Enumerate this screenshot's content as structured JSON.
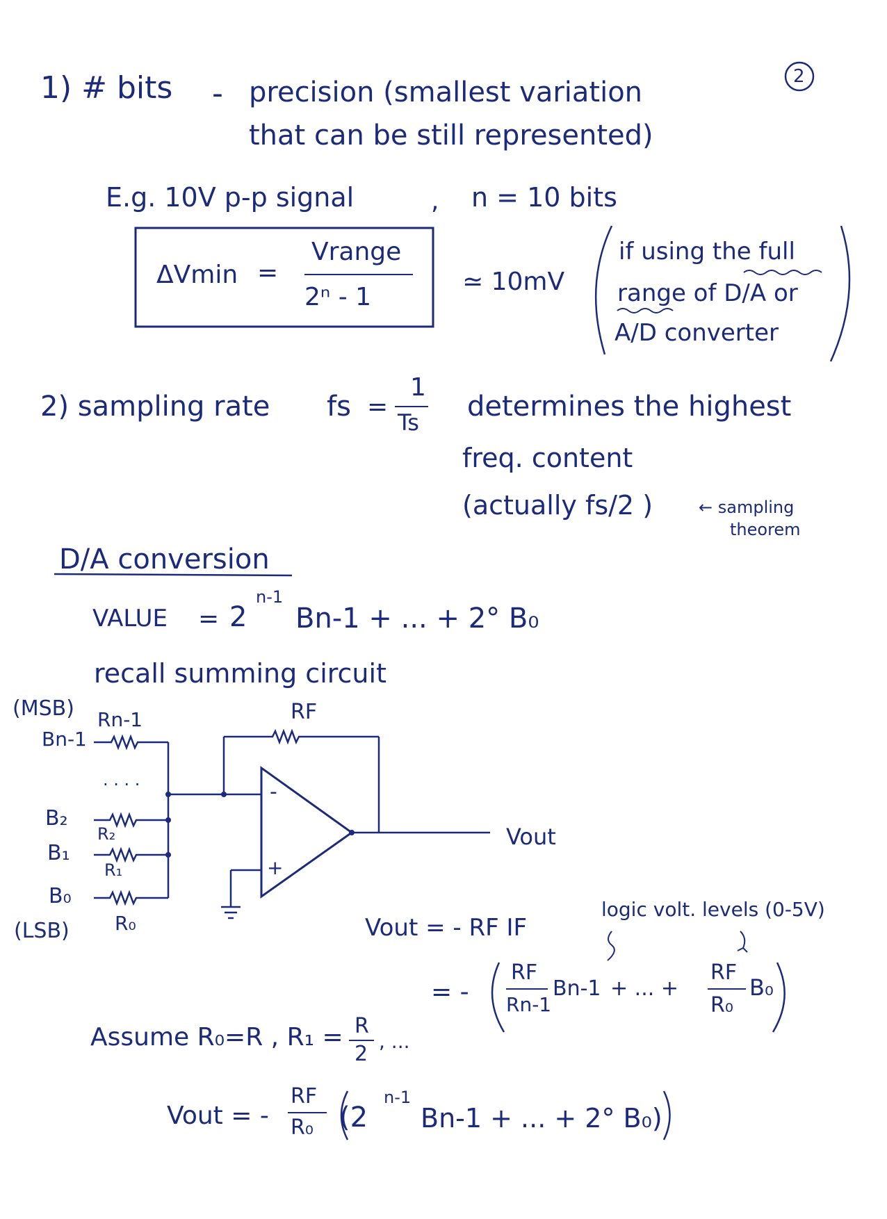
{
  "page": {
    "page_number": "2"
  },
  "section1": {
    "label": "1) # bits",
    "dash": "-",
    "line1": "precision (smallest variation",
    "line2": "that can be still represented)",
    "example_left": "E.g. 10V p-p signal",
    "example_comma": ",",
    "example_right": "n = 10 bits",
    "formula": {
      "lhs": "ΔVmin",
      "equals": "=",
      "numerator": "Vrange",
      "denominator": "2ⁿ - 1"
    },
    "approx": "≃ 10mV",
    "note_line1": "if using the full",
    "note_line2": "range of D/A or",
    "note_line3": "A/D converter"
  },
  "section2": {
    "label": "2) sampling rate",
    "formula_lhs": "fs",
    "formula_eq": "=",
    "formula_num": "1",
    "formula_den": "Ts",
    "line1": "determines the highest",
    "line2": "freq. content",
    "line3": "(actually fs/2 )",
    "note": "← sampling",
    "note2": "theorem"
  },
  "da": {
    "heading": "D/A conversion",
    "value_label": "VALUE",
    "value_eq": "=",
    "value_expr": "2",
    "value_exp": "n-1",
    "value_rest": "Bn-1 + ... + 2° B₀",
    "recall": "recall summing circuit"
  },
  "circuit": {
    "msb": "(MSB)",
    "lsb": "(LSB)",
    "r_top": "Rn-1",
    "b_top": "Bn-1",
    "dots": ". . . .",
    "b2": "B₂",
    "r2": "R₂",
    "b1": "B₁",
    "r1": "R₁",
    "b0": "B₀",
    "r0": "R₀",
    "rf": "RF",
    "minus": "-",
    "plus": "+",
    "vout": "Vout"
  },
  "equations": {
    "vout1": "Vout = - RF IF",
    "logic_note": "logic volt. levels (0-5V)",
    "vout2_eq": "= -",
    "term1_num": "RF",
    "term1_den": "Rn-1",
    "term1_b": "Bn-1",
    "term_mid": "+ ... +",
    "term2_num": "RF",
    "term2_den": "R₀",
    "term2_b": "B₀",
    "assume": "Assume R₀=R , R₁ =",
    "assume_num": "R",
    "assume_den": "2",
    "assume_tail": ", ...",
    "final_lhs": "Vout = -",
    "final_num": "RF",
    "final_den": "R₀",
    "final_expr": "(2",
    "final_exp": "n-1",
    "final_rest": "Bn-1 + ... + 2° B₀)"
  }
}
